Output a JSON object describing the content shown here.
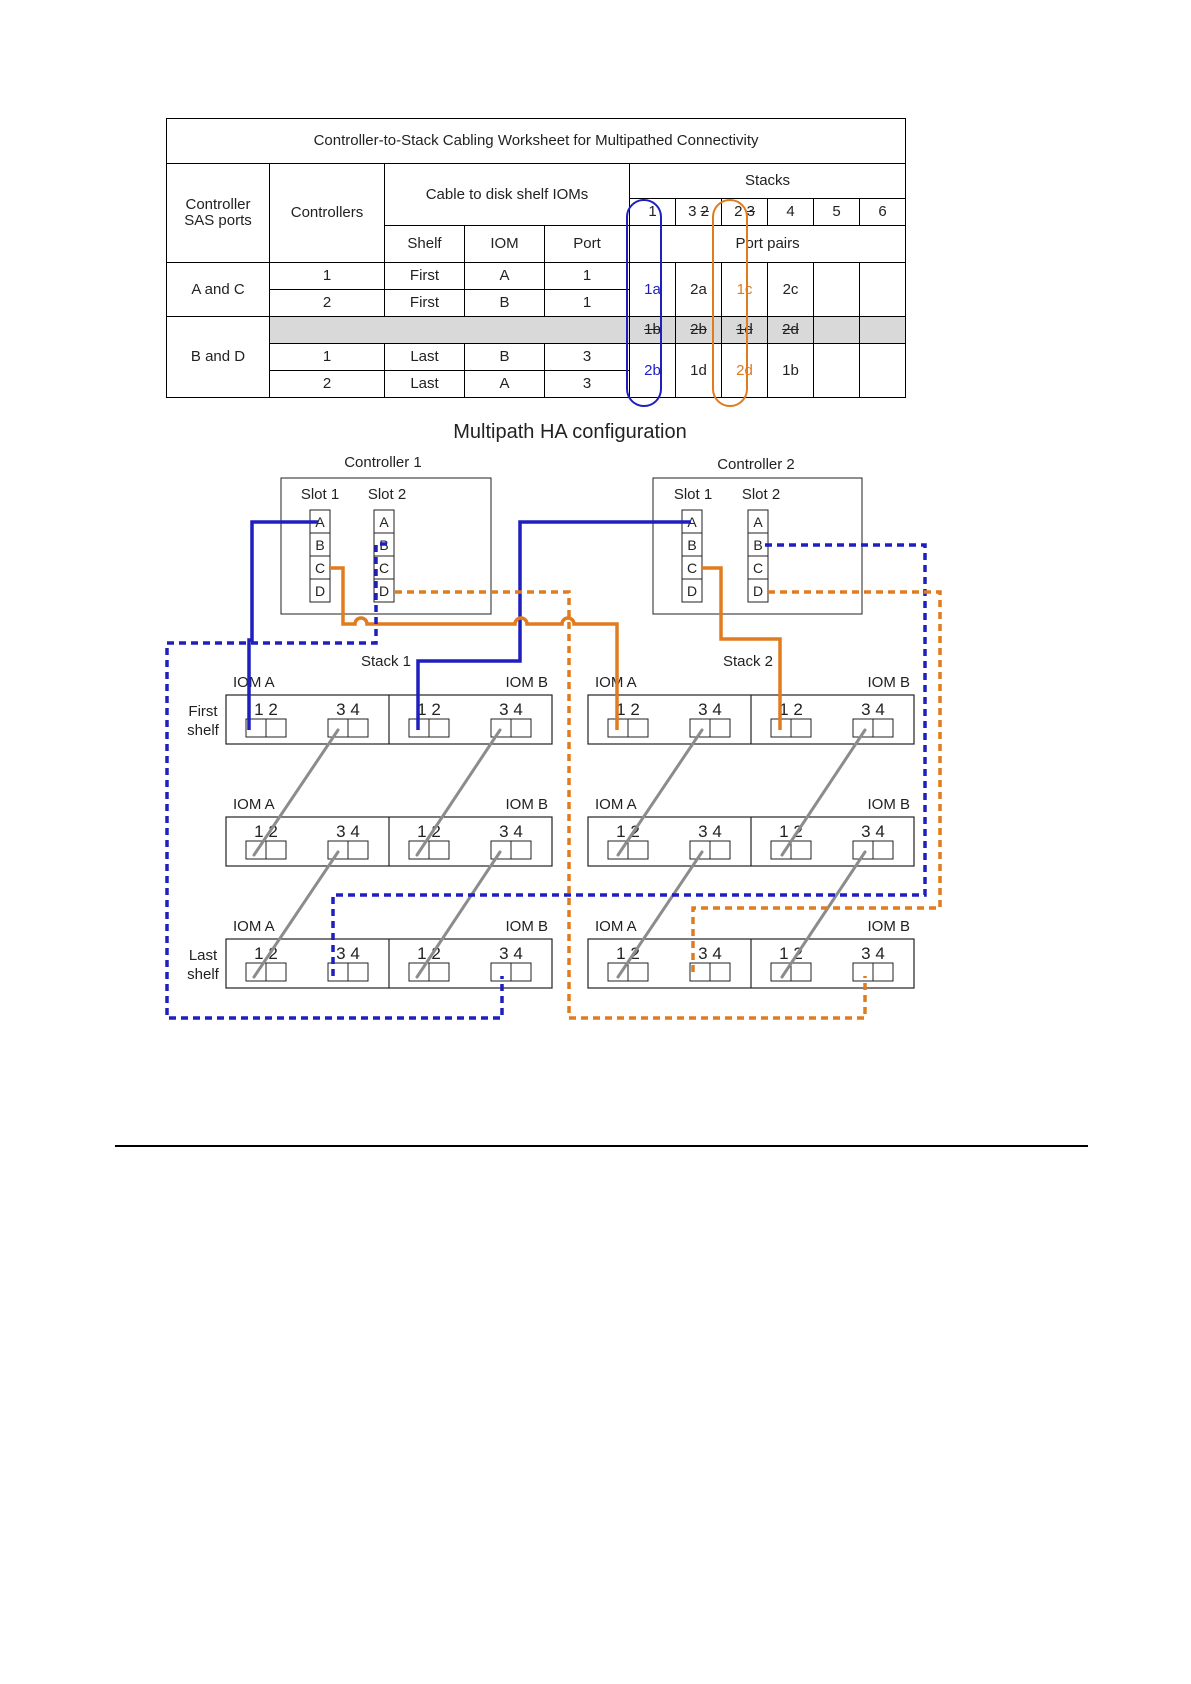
{
  "worksheet": {
    "title": "Controller-to-Stack Cabling Worksheet for Multipathed Connectivity",
    "col_sas_ports": "Controller SAS ports",
    "col_controllers": "Controllers",
    "col_cable": "Cable to disk shelf IOMs",
    "col_stacks": "Stacks",
    "sub_shelf": "Shelf",
    "sub_iom": "IOM",
    "sub_port": "Port",
    "sub_port_pairs": "Port pairs",
    "stack_numbers": [
      "1",
      "3",
      "2",
      "2",
      "3",
      "4",
      "5",
      "6"
    ],
    "group_ac": "A and C",
    "group_bd": "B and D",
    "rows": [
      {
        "controller": "1",
        "shelf": "First",
        "iom": "A",
        "port": "1"
      },
      {
        "controller": "2",
        "shelf": "First",
        "iom": "B",
        "port": "1"
      },
      {
        "controller": "1",
        "shelf": "Last",
        "iom": "B",
        "port": "3"
      },
      {
        "controller": "2",
        "shelf": "Last",
        "iom": "A",
        "port": "3"
      }
    ],
    "pairs_ac": [
      "1a",
      "2a",
      "1c",
      "2c"
    ],
    "pairs_struck": [
      "1b",
      "2b",
      "1d",
      "2d"
    ],
    "pairs_bd": [
      "2b",
      "1d",
      "2d",
      "1b"
    ]
  },
  "diagram": {
    "title": "Multipath HA configuration",
    "controller1": "Controller 1",
    "controller2": "Controller 2",
    "slot1": "Slot 1",
    "slot2": "Slot 2",
    "ports": [
      "A",
      "B",
      "C",
      "D"
    ],
    "stack1": "Stack 1",
    "stack2": "Stack 2",
    "iom_a": "IOM A",
    "iom_b": "IOM B",
    "first_shelf": [
      "First",
      "shelf"
    ],
    "last_shelf": [
      "Last",
      "shelf"
    ],
    "port_pair_12": "1 2",
    "port_pair_34": "3 4",
    "colors": {
      "blue": "#1f1fbf",
      "orange": "#e07b1f",
      "gray": "#8c8c8c"
    }
  }
}
